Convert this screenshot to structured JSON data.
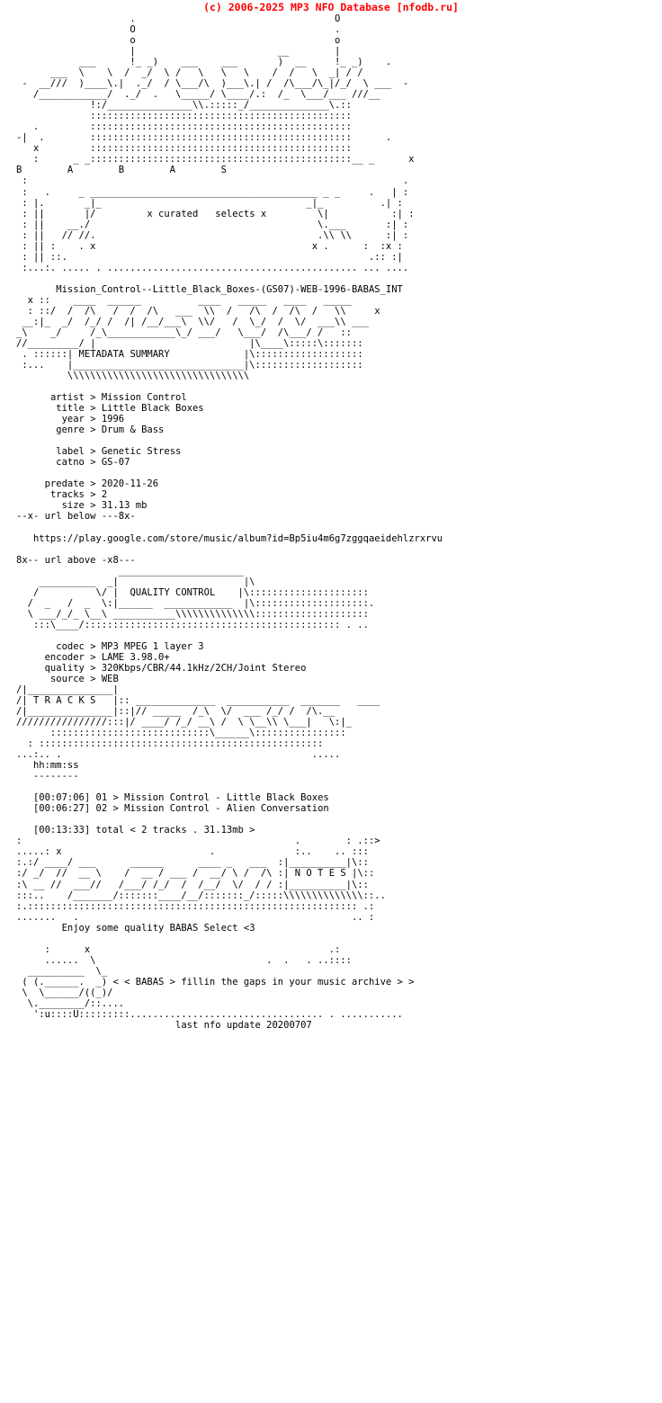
{
  "site_header": "(c) 2006-2025 MP3 NFO Database [nfodb.ru]",
  "release": {
    "dirname": "Mission_Control--Little_Black_Boxes-(GS07)-WEB-1996-BABAS_INT",
    "group_tagline": "x curated   selects x",
    "group_letters": "B        A        B        A        S"
  },
  "sections": {
    "metadata_banner": "METADATA SUMMARY",
    "quality_banner": "QUALITY CONTROL",
    "tracks_banner": "T R A C K S",
    "notes_banner": "N O T E S"
  },
  "metadata": {
    "artist_label": "artist",
    "artist": "Mission Control",
    "title_label": "title",
    "title": "Little Black Boxes",
    "year_label": "year",
    "year": "1996",
    "genre_label": "genre",
    "genre": "Drum & Bass",
    "label_label": "label",
    "label": "Genetic Stress",
    "catno_label": "catno",
    "catno": "GS-07",
    "predate_label": "predate",
    "predate": "2020-11-26",
    "tracks_label": "tracks",
    "tracks": "2",
    "size_label": "size",
    "size": "31.13 mb"
  },
  "url_block": {
    "top_marker": "--x- url below ---8x-",
    "url": "https://play.google.com/store/music/album?id=Bp5iu4m6g7zggqaeidehlzrxrvu",
    "bottom_marker": "8x-- url above -x8---"
  },
  "quality": {
    "codec_label": "codec",
    "codec": "MP3 MPEG 1 layer 3",
    "encoder_label": "encoder",
    "encoder": "LAME 3.98.0+",
    "quality_label": "quality",
    "quality": "320Kbps/CBR/44.1kHz/2CH/Joint Stereo",
    "source_label": "source",
    "source": "WEB"
  },
  "tracklist": {
    "time_header": "hh:mm:ss",
    "time_rule": "--------",
    "items": [
      {
        "time": "[00:07:06]",
        "num": "01",
        "sep": ">",
        "title": "Mission Control - Little Black Boxes"
      },
      {
        "time": "[00:06:27]",
        "num": "02",
        "sep": ">",
        "title": "Mission Control - Alien Conversation"
      }
    ],
    "total": "[00:13:33] total < 2 tracks . 31.13mb >"
  },
  "notes": {
    "text": "Enjoy some quality BABAS Select <3"
  },
  "footer": {
    "slogan": "< < BABAS > fillin the gaps in your music archive > >",
    "last_update": "last nfo update 20200707"
  },
  "ascii": {
    "top_art": "                    .                                   O\n                    O                                   .\n                    o                                   o\n                    |                         __        |\n           ___      !_ _)    ___    ___       )  __     !_ _)    .\n      ___  \\    \\  /  _/  \\ /   \\   \\   \\    /  /   \\  _| / /\n -  __///  )____\\.|  ._/  / \\___/\\  )___\\.| /  /\\___/\\_|/_/  \\ ___  -\n   /____________/  ._/  .   \\_____/ \\____/.:  /_  \\___/___ ///__\n             !:/_______________\\\\.:::::_/______________\\.::\n             ::::::::::::::::::::::::::::::::::::::::::::::\n   .         ::::::::::::::::::::::::::::::::::::::::::::::\n-|  .        ::::::::::::::::::::::::::::::::::::::::::::::      .\n   x         ::::::::::::::::::::::::::::::::::::::::::::::\n   :      _ _::::::::::::::::::::::::::::::::::::::::::::::__ _      x",
    "babas_block": ":   .        B        A        B        A        S                  .\n:\n:   .     _ ________________________________________ _ _     .   | :\n: |.       _|_                                    _|_          .| :\n: ||       |/                                     \\|           :| :\n: ||    __./        x curated   selects x          \\.___        :| :\n: ||   // //.                                       .\\\\ \\\\      :| :\n: || :    . x                                      x .      :  :x :\n: || ::.                                                     .:: :| :\n:...:. ..... . ............................................ ... ....:",
    "metadata_art": "  x ::    ____  ______          ____   _____   ____   _____\n  : ::/  /  /\\   /  /  /\\   ___  \\\\  /   /\\  /  /\\  /   \\\\     x\n __:|_  _/  /_/ /  /| /__/___\\  \\\\/   /  \\_/  /  \\/  ___\\\\ ___\n_\\    _/     /_\\____________\\_/ ___/   \\___/  /\\___/ /   ::\n//_________/ |                           |\\____\\:::::\\:::::::\n . ::::::| METADATA SUMMARY             |\\:::::::::::::::::::\n :...    |______________________________|\\:::::::::::::::::::\n         \\\\\\\\\\\\\\\\\\\\\\\\\\\\\\\\\\\\\\\\\\\\\\\\\\\\\\\\\\",
    "quality_art": "                  ______________________\n    __________  _|                      |\\\n   /          \\/ |  QUALITY CONTROL     |\\:::::::::::::::::::::\n  /  _   /  _  \\:|______  ____________  |\\::::::::::::::::::::.\n  \\ ___/_/_ \\__\\ ___________\\\\\\\\\\\\\\\\\\\\\\\\\\\\::::::::::::::::::::\n   :::\\____/::::::::::::::::::::::::::::::::::::::::::::: . ..",
    "tracks_art": "/|_______________|\n/| T R A C K S   |:: ______________  ___________  _______   ____\n/|_______________|::|// _____  /_\\  \\/  ___ /_/ /  /\\.__\n////////////////:::|/ ____/ /_/ __\\ /  \\ \\__\\\\ \\___|   \\:|_\n      ::::::::::::::::::::::::::::\\______\\::::::::::::::::\n  : ::::::::::::::::::::::::::::::::::::::::::::::::::\n...:.. .                                            .....",
    "notes_art": ":                                                .        : .::>\n.....: x                          .              :..    .. :::\n:.:/ ____/ ___      ______      ____ _   ___  :|__________|\\::\n:/ _/  //  __ \\    /  __ / ___ /  __/ \\ /  /\\ :| N O T E S |\\::\n:\\ __ //  ___//   /___/ /_/  /  /__/  \\/  / / :|___________|\\::\n:::..    /_______/:::::::____/__/:::::::_/:::::\\\\\\\\\\\\\\\\\\\\\\\\\\\\::..\n:.:::::::::::::::::::::::::::::::::::::::::::::::::::::::::: .:\n.......   .                                                .. :",
    "footer_art": "     :      x                                          .:\n     ......  \\                                 .  .   . ..::::\n  __________  \\_\n ( (.______.  _)\n \\  \\______/((_)/\n  \\.________/::....\n   ':u::::U:::::::::.................................. . ..........."
  }
}
